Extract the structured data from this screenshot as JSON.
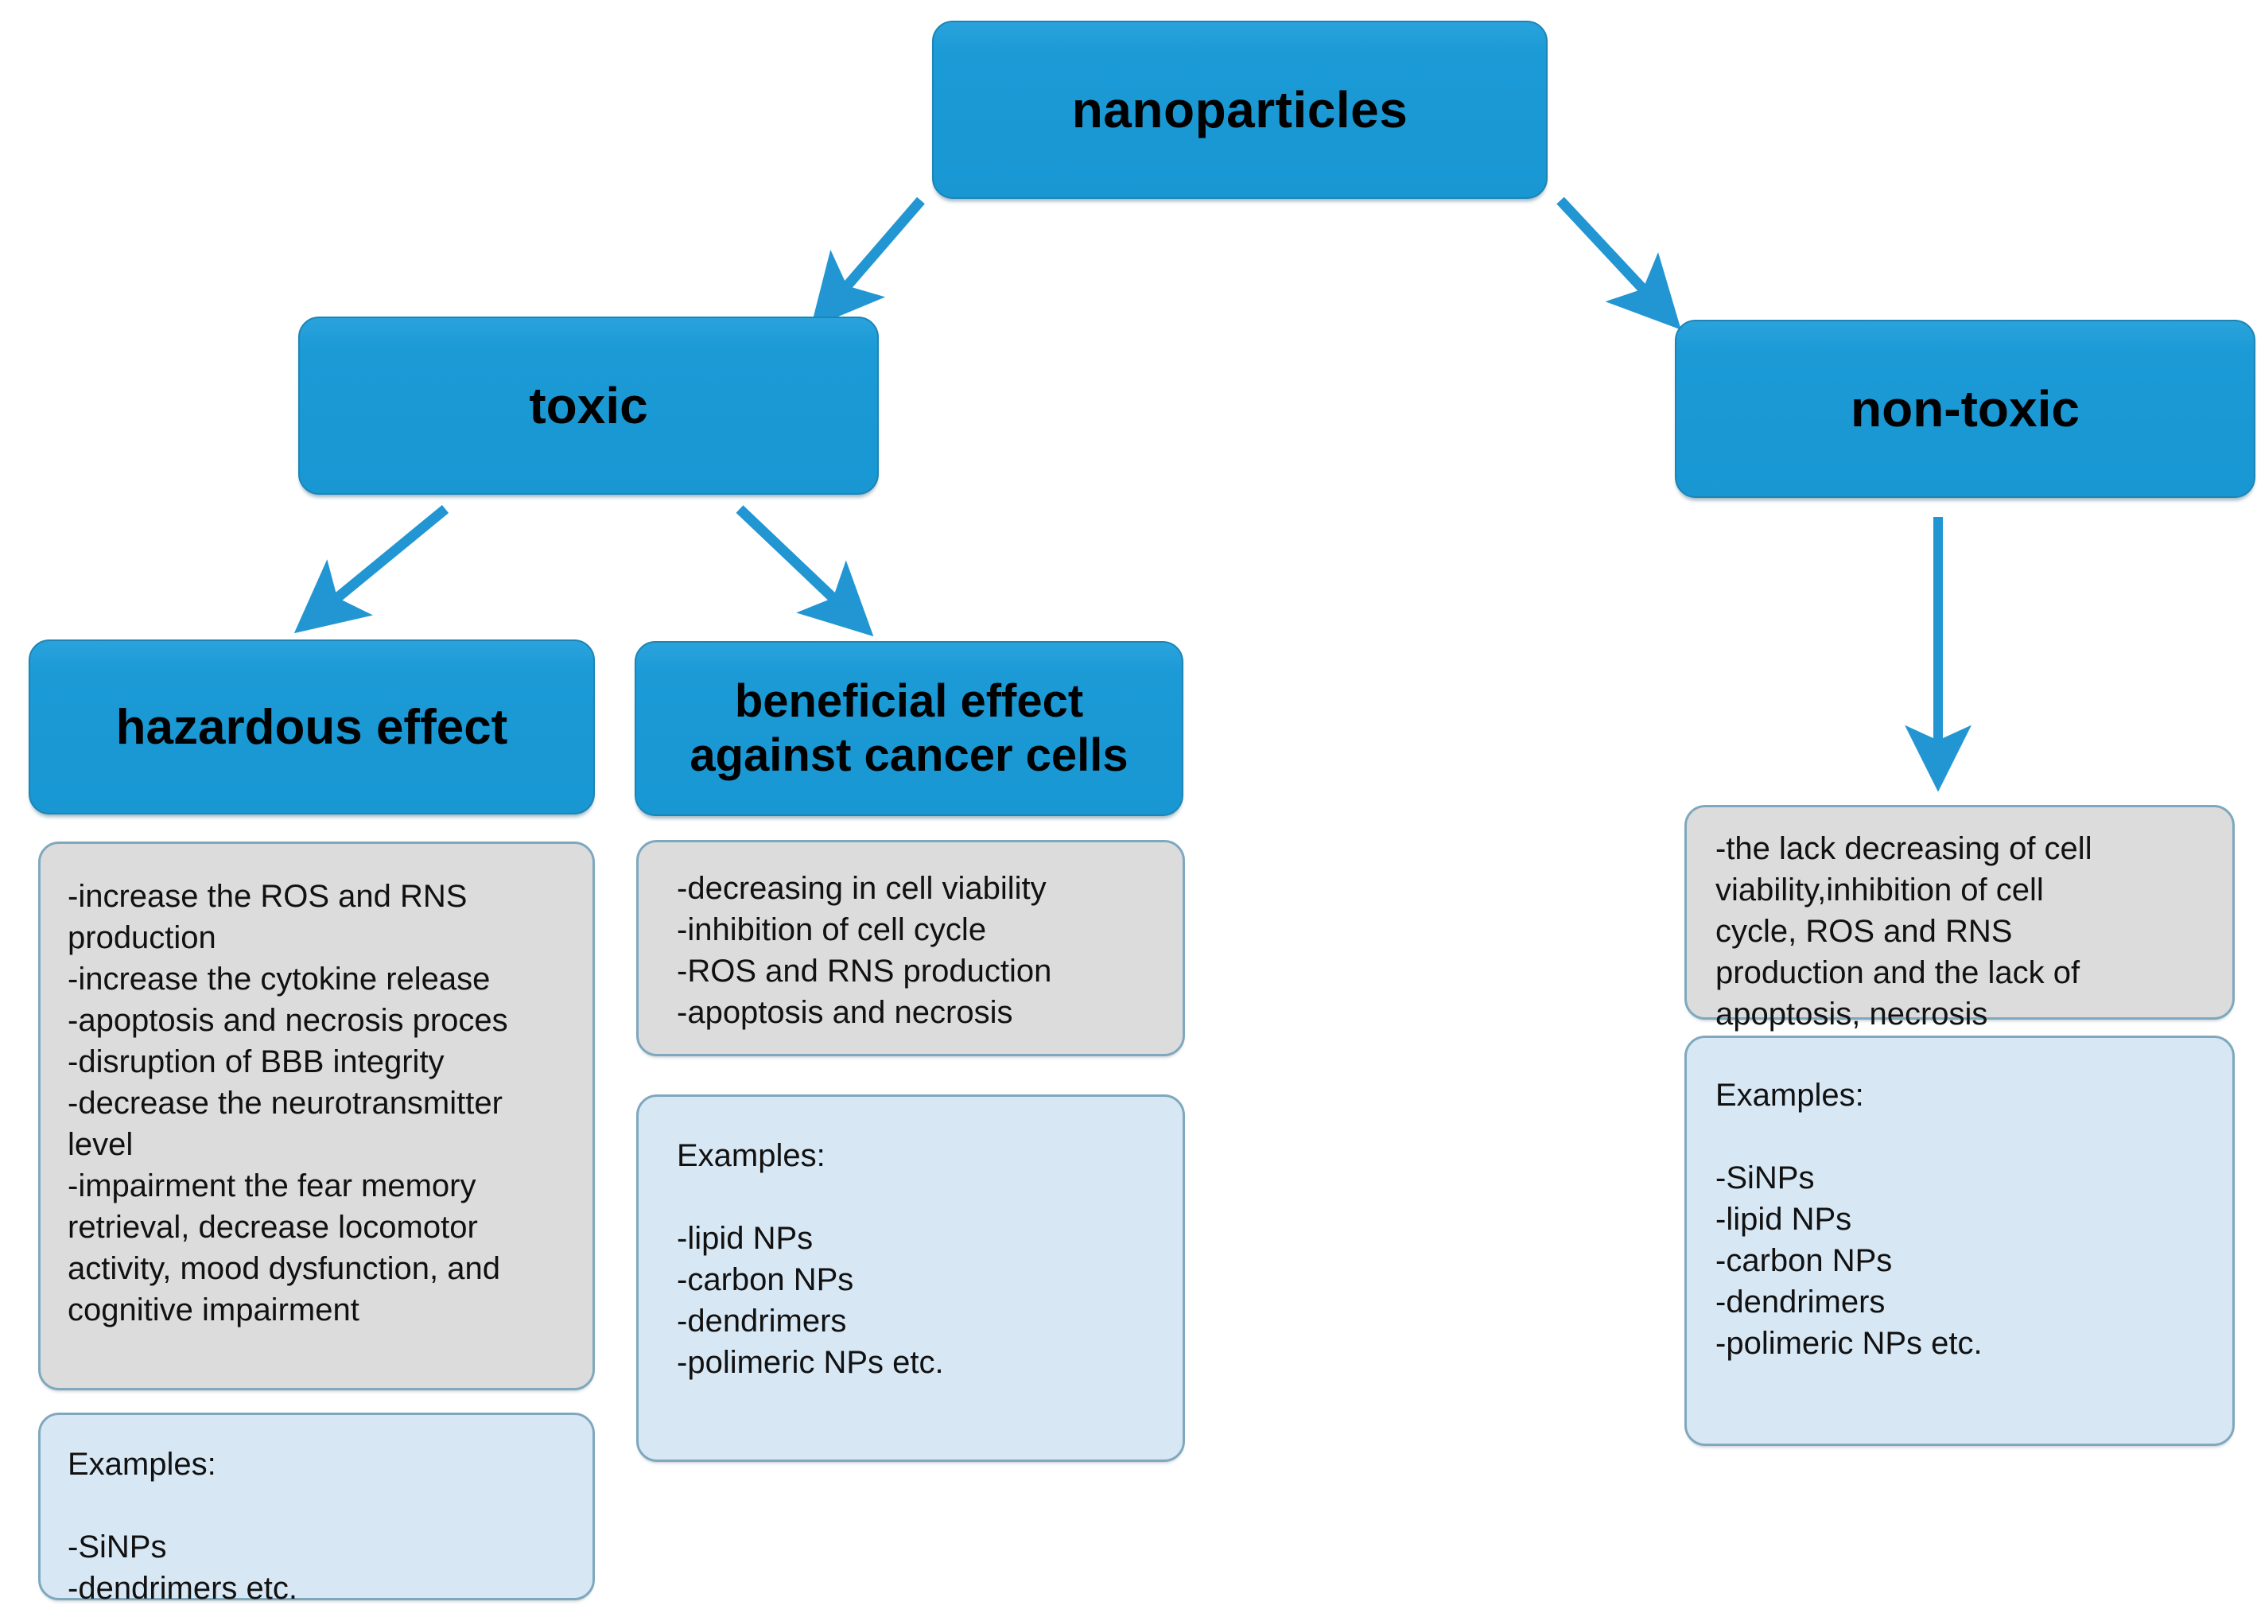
{
  "diagram": {
    "title_node": "nanoparticles",
    "colors": {
      "node_blue": "#1B9AD6",
      "node_blue_border": "#1E84B5",
      "detail_grey": "#DCDCDC",
      "example_pale_blue": "#D7E7F4",
      "box_border": "#7FA8BE",
      "arrow": "#2296D3",
      "text": "#000000",
      "background": "#FFFFFF"
    },
    "nodes": {
      "root": {
        "label": "nanoparticles"
      },
      "toxic": {
        "label": "toxic"
      },
      "nontoxic": {
        "label": "non-toxic"
      },
      "hazardous": {
        "label": "hazardous effect"
      },
      "beneficial": {
        "label": "beneficial effect\nagainst cancer cells"
      },
      "hazardous_details": {
        "text": "-increase the ROS and RNS\nproduction\n-increase the cytokine release\n-apoptosis and necrosis proces\n-disruption of BBB integrity\n-decrease the neurotransmitter\nlevel\n-impairment the fear memory\nretrieval, decrease  locomotor\nactivity, mood dysfunction, and\ncognitive impairment"
      },
      "hazardous_examples": {
        "text": "Examples:\n\n-SiNPs\n-dendrimers etc."
      },
      "beneficial_details": {
        "text": "-decreasing in cell viability\n-inhibition of cell cycle\n-ROS and RNS production\n-apoptosis and necrosis"
      },
      "beneficial_examples": {
        "text": "Examples:\n\n-lipid NPs\n-carbon NPs\n-dendrimers\n-polimeric NPs etc."
      },
      "nontoxic_details": {
        "text": "-the lack decreasing of cell\nviability,inhibition of cell\ncycle, ROS and RNS\nproduction and the lack of\napoptosis, necrosis"
      },
      "nontoxic_examples": {
        "text": "Examples:\n\n-SiNPs\n-lipid NPs\n-carbon NPs\n-dendrimers\n-polimeric NPs etc."
      }
    },
    "edges": [
      {
        "from": "nanoparticles",
        "to": "toxic"
      },
      {
        "from": "nanoparticles",
        "to": "non-toxic"
      },
      {
        "from": "toxic",
        "to": "hazardous effect"
      },
      {
        "from": "toxic",
        "to": "beneficial effect against cancer cells"
      },
      {
        "from": "non-toxic",
        "to": "nontoxic details"
      }
    ]
  }
}
